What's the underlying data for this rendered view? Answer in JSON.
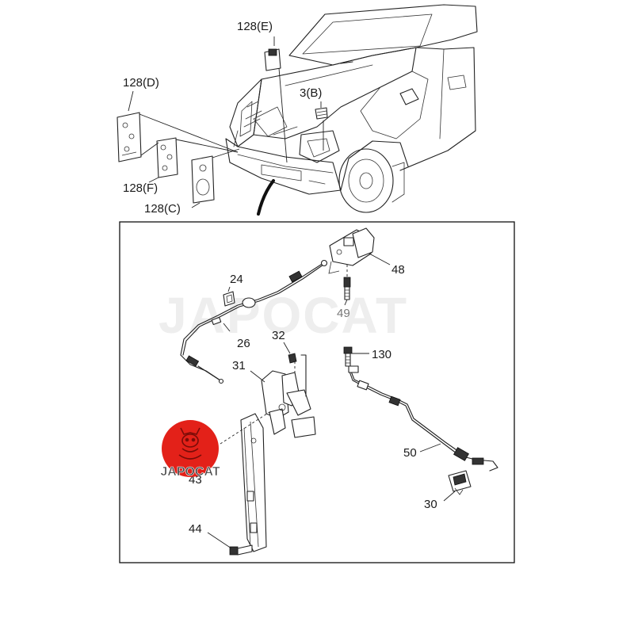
{
  "watermark": {
    "text": "JAPOCAT"
  },
  "badge": {
    "text": "JAPOCAT",
    "color": "#e32119"
  },
  "colors": {
    "line": "#222222",
    "muted_label": "#777777",
    "background": "#ffffff"
  },
  "callouts": {
    "c128E": "128(E)",
    "c128D": "128(D)",
    "c3B": "3(B)",
    "c128F": "128(F)",
    "c128C": "128(C)",
    "c48": "48",
    "c24": "24",
    "c49": "49",
    "c26": "26",
    "c32": "32",
    "c130": "130",
    "c31": "31",
    "c50": "50",
    "c43": "43",
    "c30": "30",
    "c44": "44"
  }
}
